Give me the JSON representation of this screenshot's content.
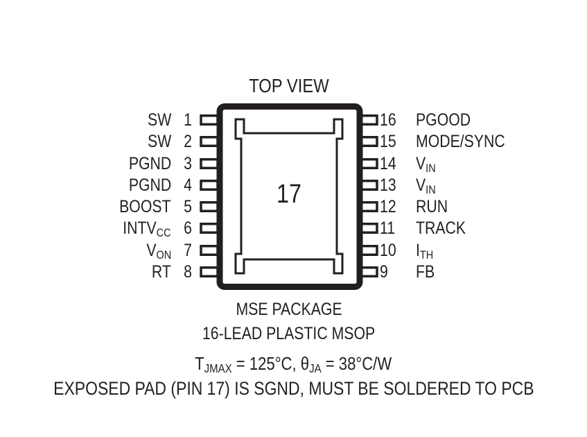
{
  "ink_color": "#231f20",
  "title": "TOP VIEW",
  "package": {
    "exposed_pad_number": "17",
    "name_line1": "MSE PACKAGE",
    "name_line2": "16-LEAD PLASTIC MSOP"
  },
  "pins": {
    "left": [
      {
        "num": "1",
        "label": "SW",
        "sub": ""
      },
      {
        "num": "2",
        "label": "SW",
        "sub": ""
      },
      {
        "num": "3",
        "label": "PGND",
        "sub": ""
      },
      {
        "num": "4",
        "label": "PGND",
        "sub": ""
      },
      {
        "num": "5",
        "label": "BOOST",
        "sub": ""
      },
      {
        "num": "6",
        "label": "INTV",
        "sub": "CC"
      },
      {
        "num": "7",
        "label": "V",
        "sub": "ON"
      },
      {
        "num": "8",
        "label": "RT",
        "sub": ""
      }
    ],
    "right": [
      {
        "num": "16",
        "label": "PGOOD",
        "sub": ""
      },
      {
        "num": "15",
        "label": "MODE/SYNC",
        "sub": ""
      },
      {
        "num": "14",
        "label": "V",
        "sub": "IN"
      },
      {
        "num": "13",
        "label": "V",
        "sub": "IN"
      },
      {
        "num": "12",
        "label": "RUN",
        "sub": ""
      },
      {
        "num": "11",
        "label": "TRACK",
        "sub": ""
      },
      {
        "num": "10",
        "label": "I",
        "sub": "TH"
      },
      {
        "num": "9",
        "label": "FB",
        "sub": ""
      }
    ]
  },
  "notes": {
    "thermal_segments": [
      {
        "t": "T",
        "s": "JMAX"
      },
      {
        "t": " = 125°C, ",
        "s": ""
      },
      {
        "t": "θ",
        "s": "JA"
      },
      {
        "t": " = 38°C/W",
        "s": ""
      }
    ],
    "exposed_pad": "EXPOSED PAD (PIN 17) IS SGND, MUST BE SOLDERED TO PCB"
  }
}
